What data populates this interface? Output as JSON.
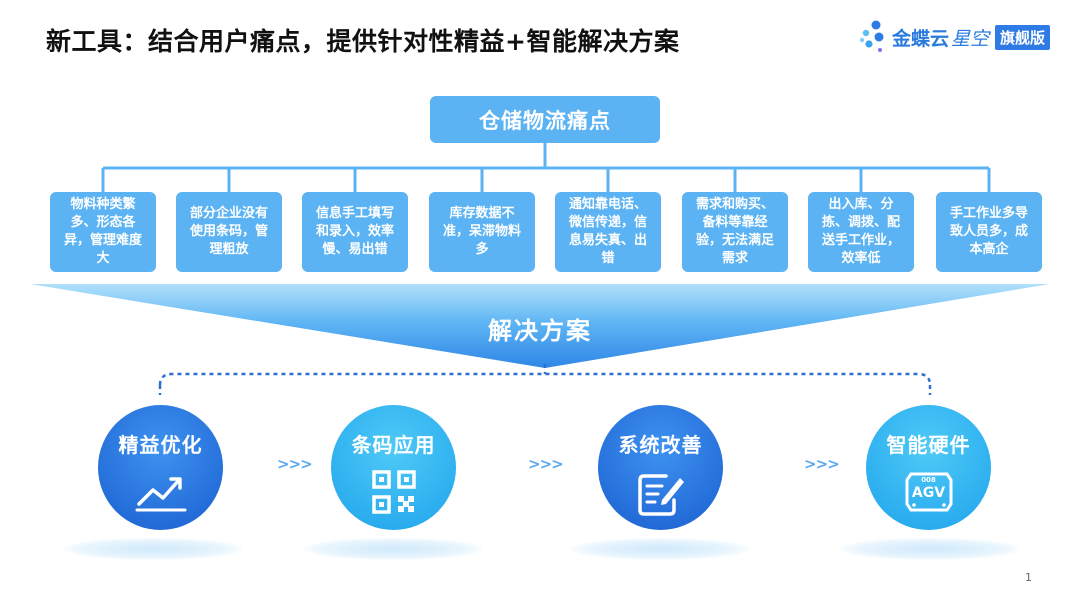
{
  "title": "新工具：结合用户痛点，提供针对性精益+智能解决方案",
  "logo": {
    "brand": "金蝶云",
    "product": "星空",
    "badge": "旗舰版"
  },
  "root": "仓储物流痛点",
  "pain_points": [
    "物料种类繁多、形态各异，管理难度大",
    "部分企业没有使用条码，管理粗放",
    "信息手工填写和录入，效率慢、易出错",
    "库存数据不准，呆滞物料多",
    "通知靠电话、微信传递，信息易失真、出错",
    "需求和购买、备料等靠经验，无法满足需求",
    "出入库、分拣、调拨、配送手工作业，效率低",
    "手工作业多导致人员多，成本高企"
  ],
  "solution_label": "解决方案",
  "solutions": [
    {
      "label": "精益优化",
      "icon": "trend-up-icon"
    },
    {
      "label": "条码应用",
      "icon": "qr-code-icon"
    },
    {
      "label": "系统改善",
      "icon": "document-edit-icon"
    },
    {
      "label": "智能硬件",
      "icon": "agv-robot-icon"
    }
  ],
  "agv_text": "AGV",
  "agv_small": "008",
  "arrow_text": ">>>",
  "page_number": "1",
  "colors": {
    "box_blue": "#5cb3f3",
    "line_blue": "#5cb3f3",
    "funnel_top": "#8ccdf7",
    "funnel_bottom": "#2f86e6",
    "circle_dark": "#1f6fdc",
    "circle_light": "#34b5f2"
  }
}
